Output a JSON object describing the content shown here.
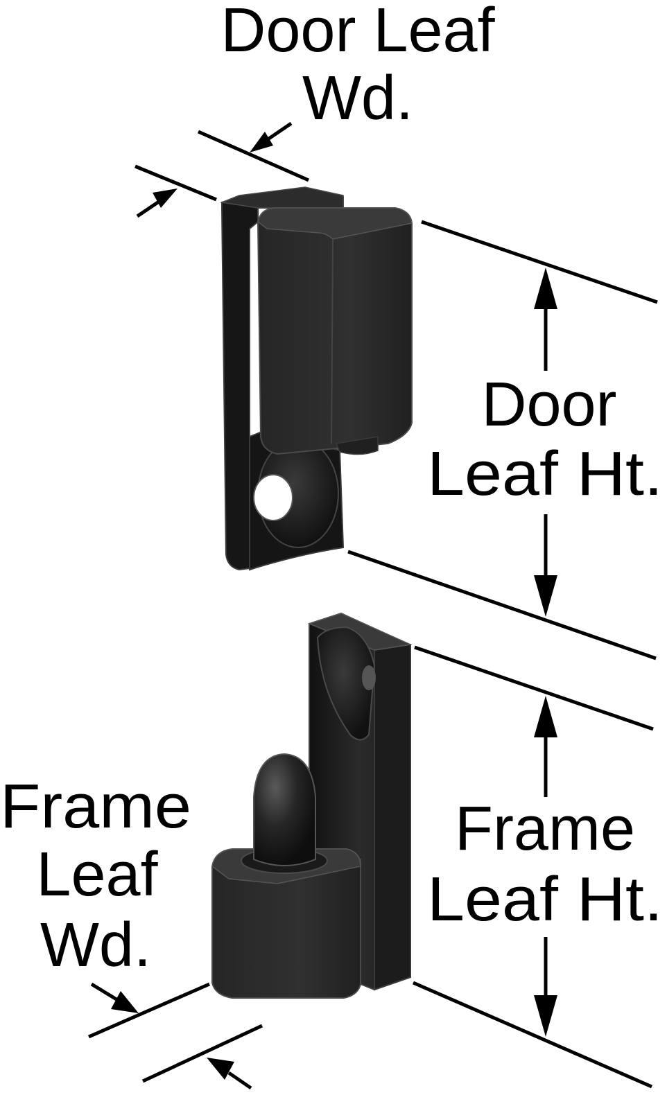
{
  "labels": {
    "door_leaf_wd": [
      "Door Leaf",
      "Wd."
    ],
    "door_leaf_ht": [
      "Door",
      "Leaf Ht."
    ],
    "frame_leaf_wd": [
      "Frame",
      "Leaf",
      "Wd."
    ],
    "frame_leaf_ht": [
      "Frame",
      "Leaf Ht."
    ]
  },
  "colors": {
    "part": "#1b1b1b",
    "part_face": "#2a2a2a",
    "part_edge": "#4a4a4a",
    "annotation": "#000000"
  }
}
